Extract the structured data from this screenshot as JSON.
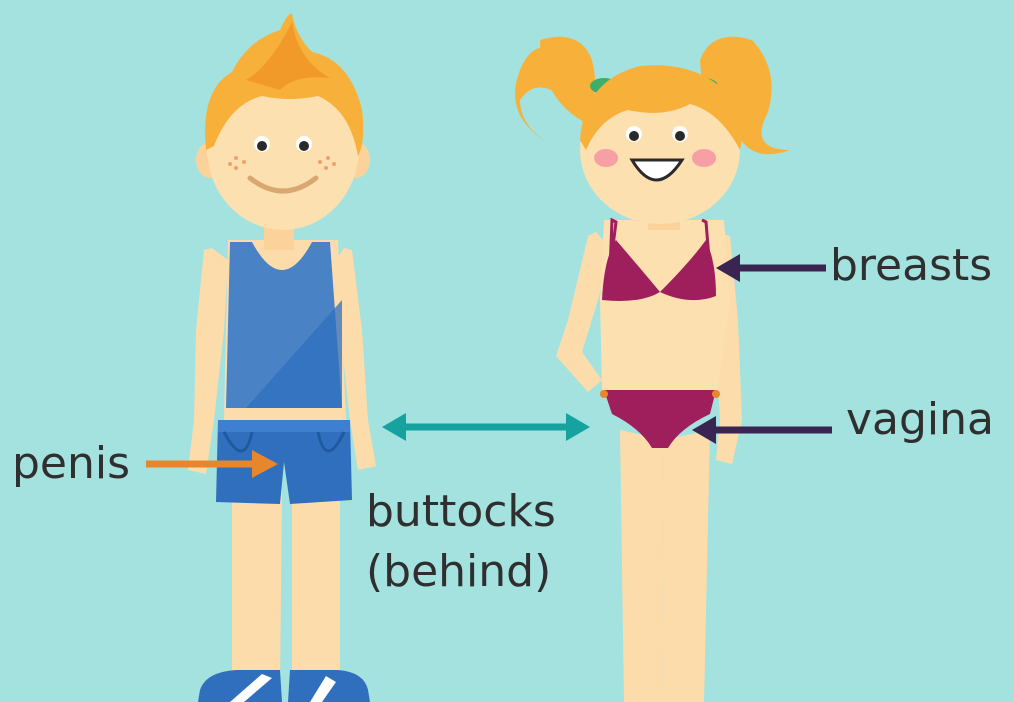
{
  "labels": {
    "penis": "penis",
    "buttocks_line1": "buttocks",
    "buttocks_line2": "(behind)",
    "breasts": "breasts",
    "vagina": "vagina"
  },
  "colors": {
    "background": "#a3e2df",
    "arrow_penis": "#e8862c",
    "arrow_buttocks": "#16a3a0",
    "arrow_breasts": "#3a2552",
    "arrow_vagina": "#3a2552",
    "skin": "#fde0b0",
    "hair": "#f7b13a",
    "tank_top": "#4a82c6",
    "shorts": "#2f6fbd",
    "bikini": "#9e1f5c"
  }
}
